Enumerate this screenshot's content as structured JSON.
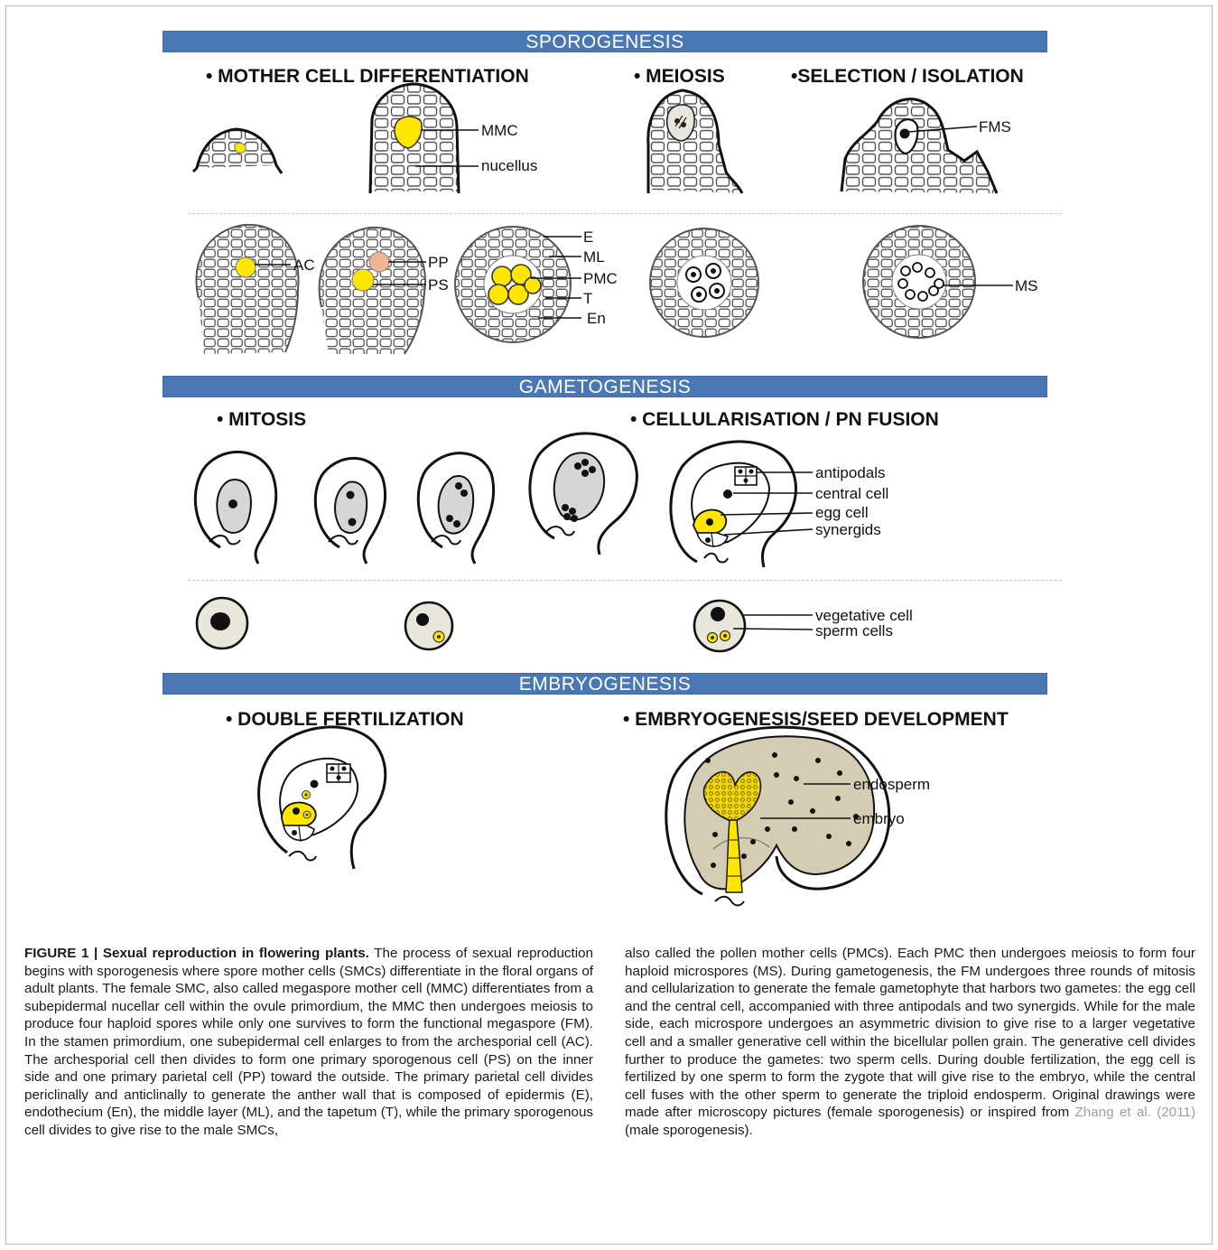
{
  "sections": {
    "sporogenesis": "SPOROGENESIS",
    "gametogenesis": "GAMETOGENESIS",
    "embryogenesis": "EMBRYOGENESIS"
  },
  "subheads": {
    "mother_cell": "• MOTHER CELL DIFFERENTIATION",
    "meiosis": "• MEIOSIS",
    "selection": "•SELECTION / ISOLATION",
    "mitosis": "• MITOSIS",
    "cellularisation": "• CELLULARISATION / PN FUSION",
    "double_fertilization": "•  DOUBLE FERTILIZATION",
    "seed_development": "•  EMBRYOGENESIS/SEED DEVELOPMENT"
  },
  "labels": {
    "mmc": "MMC",
    "nucellus": "nucellus",
    "fms": "FMS",
    "ac": "AC",
    "pp": "PP",
    "ps": "PS",
    "e": "E",
    "ml": "ML",
    "pmc": "PMC",
    "t": "T",
    "en": "En",
    "ms": "MS",
    "antipodals": "antipodals",
    "central_cell": "central cell",
    "egg_cell": "egg cell",
    "synergids": "synergids",
    "vegetative_cell": "vegetative cell",
    "sperm_cells": "sperm cells",
    "endosperm": "endosperm",
    "embryo": "embryo"
  },
  "colors": {
    "banner": "#4a78b4",
    "highlight_yellow": "#ffe600",
    "parietal_pink": "#f0b493",
    "cell_fill": "#e9e6dc",
    "endosperm_fill": "#d4ccb3",
    "citation": "#9aa0a8"
  },
  "caption": {
    "figure_label": "FIGURE 1 | Sexual reproduction in flowering plants.",
    "left_text": " The process of sexual reproduction begins with sporogenesis where spore mother cells (SMCs) differentiate in the floral organs of adult plants. The female SMC, also called megaspore mother cell (MMC) differentiates from a subepidermal nucellar cell within the ovule primordium, the MMC then undergoes meiosis to produce four haploid spores while only one survives to form the functional megaspore (FM). In the stamen primordium, one subepidermal cell enlarges to from the archesporial cell (AC). The archesporial cell then divides to form one primary sporogenous cell (PS) on the inner side and one primary parietal cell (PP) toward the outside. The primary parietal cell divides periclinally and anticlinally to generate the anther wall that is composed of epidermis (E), endothecium (En), the middle layer (ML), and the tapetum (T), while the primary sporogenous cell divides to give rise to the male SMCs,",
    "right_text_a": "also called the pollen mother cells (PMCs). Each PMC then undergoes meiosis to form four haploid microspores (MS). During gametogenesis, the FM undergoes three rounds of mitosis and cellularization to generate the female gametophyte that harbors two gametes: the egg cell and the central cell, accompanied with three antipodals and two synergids. While for the male side, each microspore undergoes an asymmetric division to give rise to a larger vegetative cell and a smaller generative cell within the bicellular pollen grain. The generative cell divides further to produce the gametes: two sperm cells. During double fertilization, the egg cell is fertilized by one sperm to form the zygote that will give rise to the embryo, while the central cell fuses with the other sperm to generate the triploid endosperm. Original drawings were made after microscopy pictures (female sporogenesis) or inspired from ",
    "citation": "Zhang et al. (2011)",
    "right_text_b": " (male sporogenesis)."
  }
}
